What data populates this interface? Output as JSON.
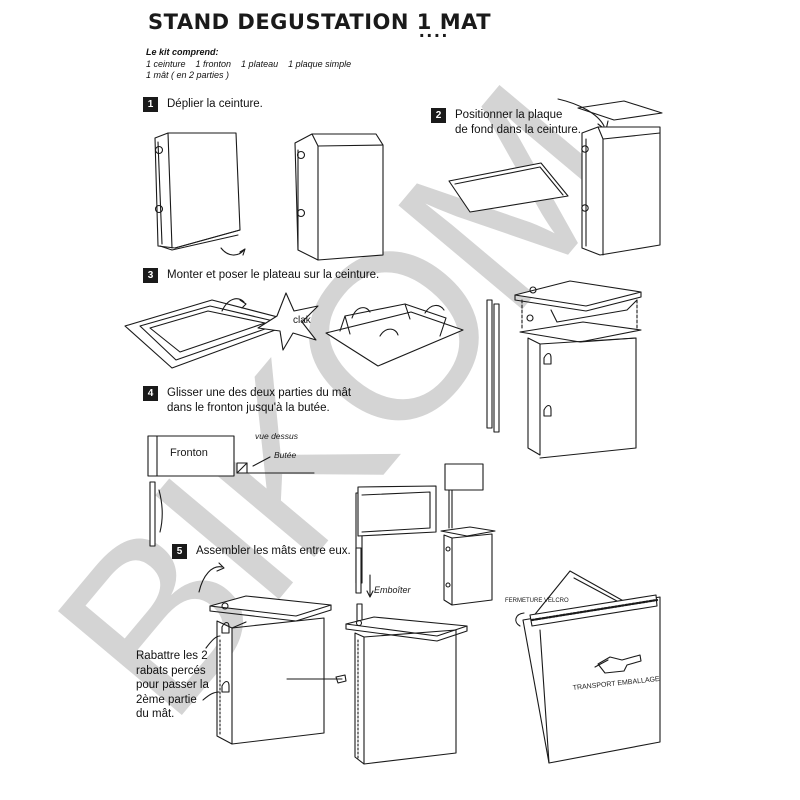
{
  "title": "STAND DEGUSTATION 1 MAT",
  "title_dots": "....",
  "kit": {
    "heading": "Le kit comprend:",
    "line1": "1 ceinture    1 fronton    1 plateau    1 plaque simple",
    "line2": "1 mât ( en 2 parties )"
  },
  "steps": [
    {
      "number": "1",
      "text": "Déplier la ceinture."
    },
    {
      "number": "2",
      "text_line1": "Positionner la plaque",
      "text_line2": "de fond dans la ceinture."
    },
    {
      "number": "3",
      "text": "Monter et poser le plateau sur la ceinture."
    },
    {
      "number": "4",
      "text_line1": "Glisser une des deux parties du mât",
      "text_line2": "dans le fronton jusqu'à la butée."
    },
    {
      "number": "5",
      "text": "Assembler les mâts entre eux."
    }
  ],
  "labels": {
    "clak": "clak",
    "fronton": "Fronton",
    "vue_dessus": "vue dessus",
    "butee": "Butée",
    "emboiter": "Emboîter",
    "fermeture_velcro": "FERMETURE VELCRO",
    "transport_emballage": "TRANSPORT EMBALLAGE"
  },
  "rabattre": [
    "Rabattre les 2",
    "rabats percés",
    "pour passer la",
    "2ème partie",
    "du mât."
  ],
  "watermark": "BIKOM",
  "colors": {
    "ink": "#1a1a1a",
    "watermark": "#d4d4d4",
    "step_badge": "#1a1a1a"
  }
}
